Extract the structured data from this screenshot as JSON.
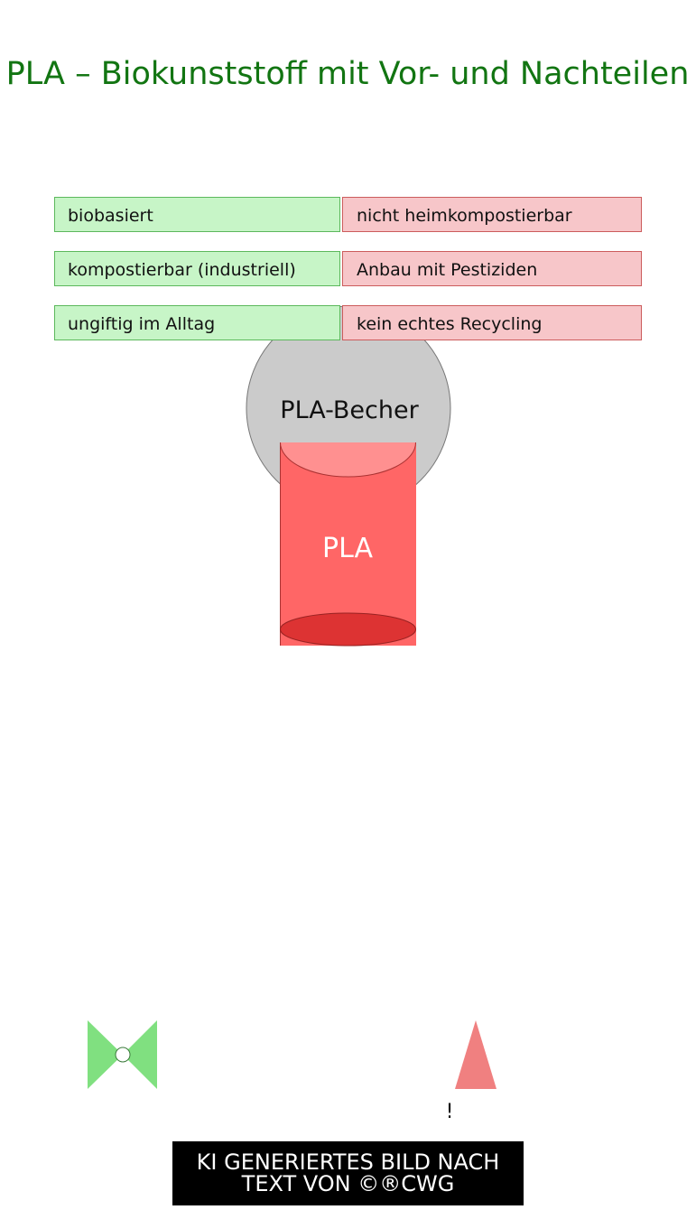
{
  "title": "PLA – Biokunststoff mit Vor- und Nachteilen",
  "pros": [
    "biobasiert",
    "kompostierbar (industriell)",
    "ungiftig im Alltag"
  ],
  "cons": [
    "nicht heimkompostierbar",
    "Anbau mit Pestiziden",
    "kein echtes Recycling"
  ],
  "center": {
    "circle_label": "PLA-Becher",
    "cup_label": "PLA"
  },
  "warning_mark": "!",
  "footer": {
    "line1": "KI GENERIERTES BILD NACH",
    "line2": "TEXT VON ©®CWG"
  },
  "colors": {
    "title": "#127512",
    "pro_fill": "#c7f5c7",
    "con_fill": "#f7c6c9",
    "cup": "#ff6666"
  }
}
